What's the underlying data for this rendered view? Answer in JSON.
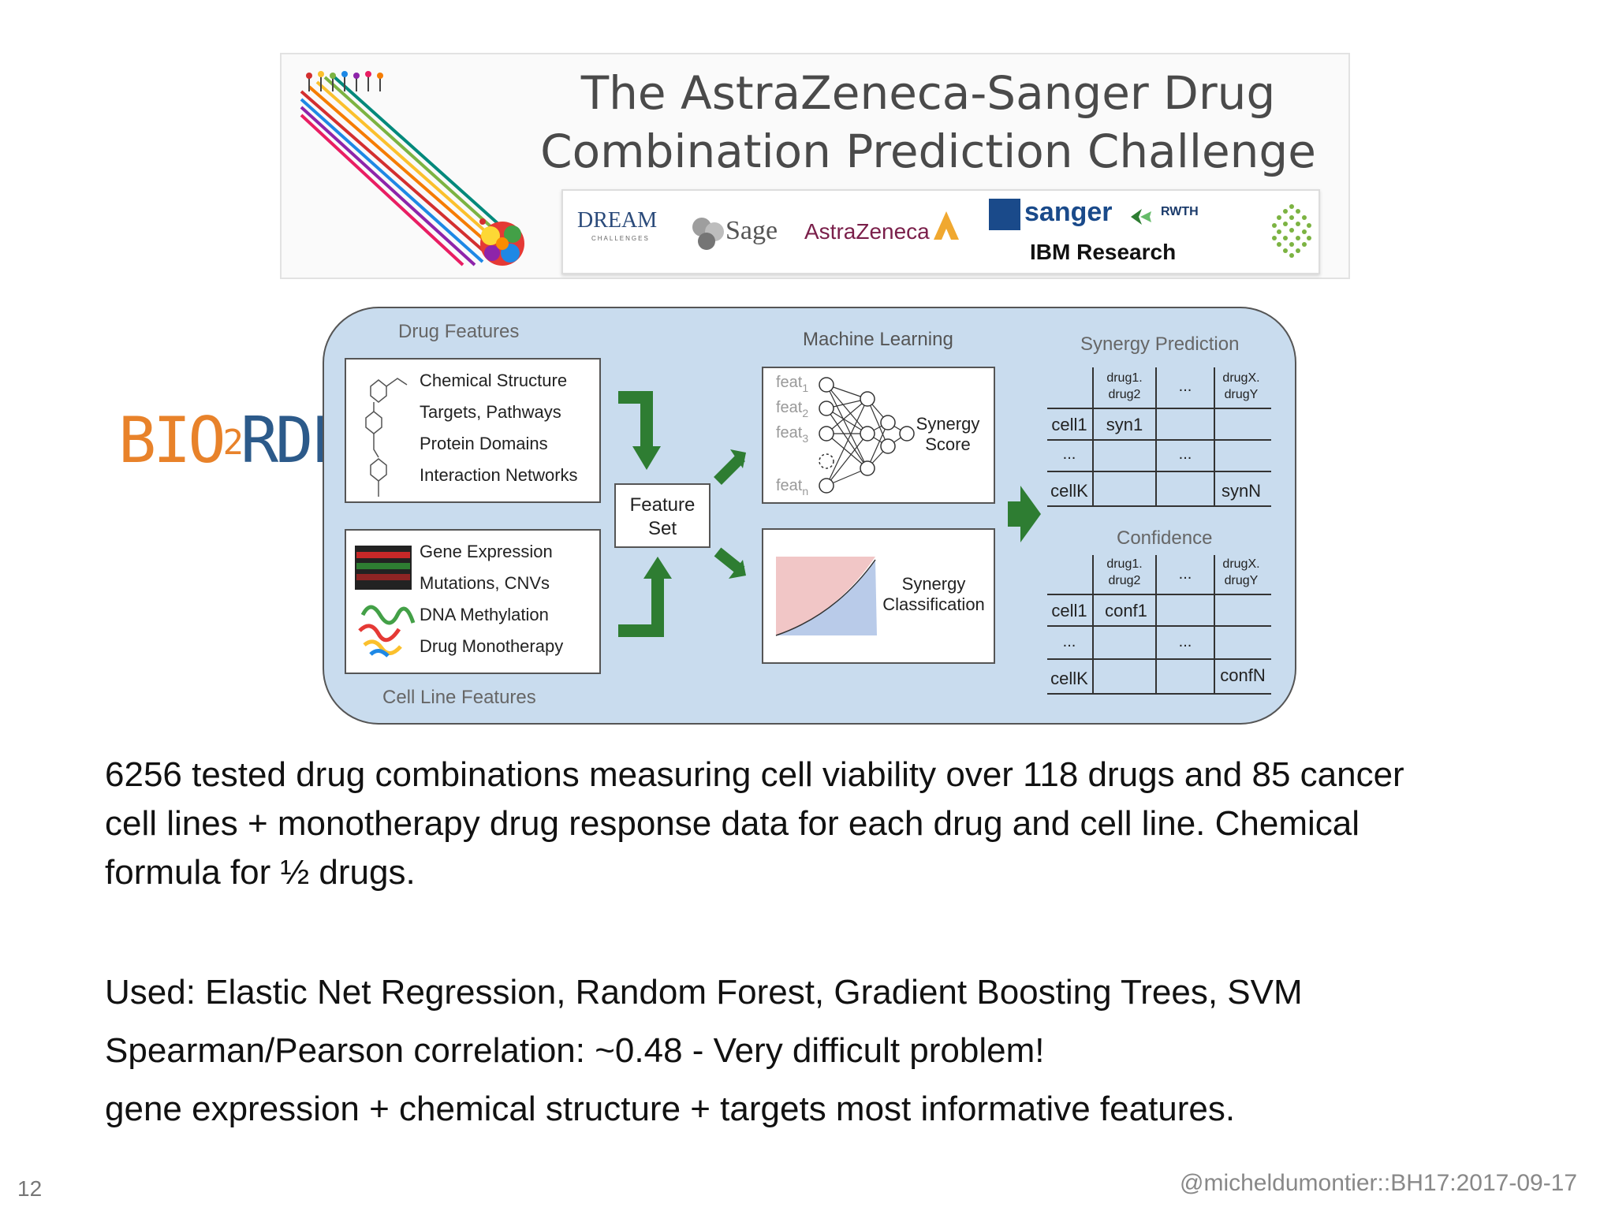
{
  "banner": {
    "title_line1": "The AstraZeneca-Sanger Drug",
    "title_line2": "Combination Prediction Challenge",
    "sponsors": {
      "dream": "DREAM",
      "dream_sub": "CHALLENGES",
      "sage": "Sage",
      "astrazeneca": "AstraZeneca",
      "sanger": "sanger",
      "rwth": "RWTH",
      "ibm": "IBM Research"
    }
  },
  "bio2rdf": {
    "left": "BIO",
    "mid": "2",
    "right": "RDF"
  },
  "diagram": {
    "drug_features_title": "Drug Features",
    "drug_features": [
      "Chemical Structure",
      "Targets, Pathways",
      "Protein Domains",
      "Interaction Networks"
    ],
    "cell_line_features_title": "Cell Line Features",
    "cell_line_features": [
      "Gene Expression",
      "Mutations, CNVs",
      "DNA Methylation",
      "Drug Monotherapy"
    ],
    "feature_set_line1": "Feature",
    "feature_set_line2": "Set",
    "ml_title": "Machine Learning",
    "feats": [
      "feat",
      "feat",
      "feat",
      "feat"
    ],
    "feat_subs": [
      "1",
      "2",
      "3",
      "n"
    ],
    "synergy_score_line1": "Synergy",
    "synergy_score_line2": "Score",
    "synergy_class_line1": "Synergy",
    "synergy_class_line2": "Classification",
    "synergy_prediction_title": "Synergy Prediction",
    "confidence_title": "Confidence",
    "col_drug1_a": "drug1.",
    "col_drug1_b": "drug2",
    "col_dots": "...",
    "col_drugx_a": "drugX.",
    "col_drugx_b": "drugY",
    "row_cell1": "cell1",
    "row_dots": "...",
    "row_cellk": "cellK",
    "syn1": "syn1",
    "synN": "synN",
    "conf1": "conf1",
    "confN": "confN"
  },
  "body": {
    "para1_line1": "6256 tested drug combinations measuring cell viability over 118 drugs and 85 cancer",
    "para1_line2": "cell lines + monotherapy drug response data for each drug and cell line. Chemical",
    "para1_line3": "formula for ½ drugs.",
    "line_used": "Used: Elastic Net Regression, Random Forest, Gradient Boosting Trees, SVM",
    "line_corr": "Spearman/Pearson correlation: ~0.48 - Very difficult problem!",
    "line_features": "gene expression + chemical structure + targets most informative features."
  },
  "footer": {
    "page_number": "12",
    "handle": "@micheldumontier::BH17:2017-09-17"
  },
  "colors": {
    "diagram_bg": "#c9dcee",
    "arrow_green": "#2e7d32",
    "bio_orange": "#e8822a",
    "rdf_blue": "#2c5a8a"
  }
}
